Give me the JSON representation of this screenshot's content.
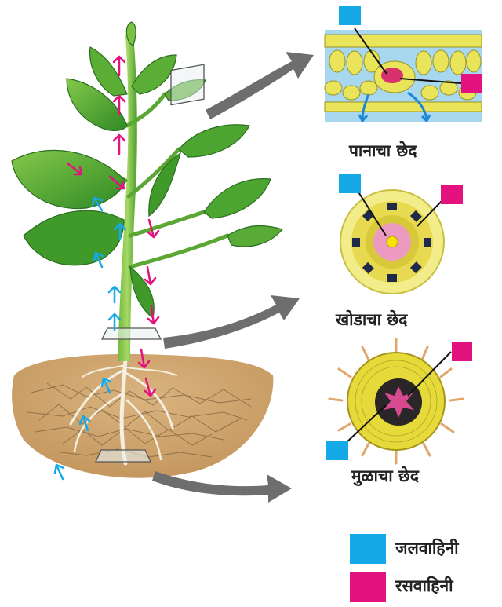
{
  "colors": {
    "xylem": "#16a9e8",
    "phloem": "#e4127e",
    "leaf": "#3f9a2a",
    "leaf_light": "#7cc242",
    "soil": "#c8a06d",
    "arrow_gray": "#6e6e6e",
    "cell_yellow": "#e9e45a"
  },
  "labels": {
    "leaf_section": "पानाचा छेद",
    "stem_section": "खोडाचा छेद",
    "root_section": "मुळाचा छेद"
  },
  "legend": {
    "xylem_label": "जलवाहिनी",
    "phloem_label": "रसवाहिनी"
  },
  "icons": {
    "flow_up": "arrow-up-icon",
    "flow_down": "arrow-down-icon",
    "callout": "curved-arrow-icon"
  }
}
